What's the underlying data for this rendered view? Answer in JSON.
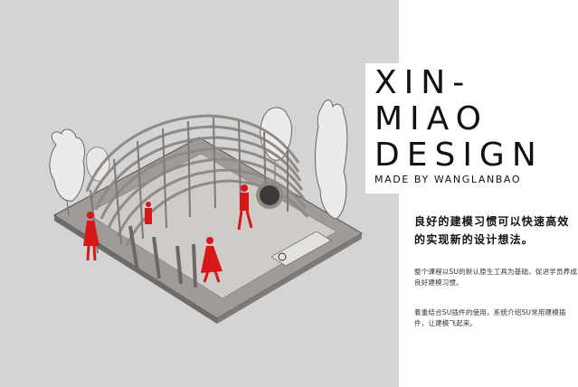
{
  "title": {
    "line1": "XIN-",
    "line2": "MIAO",
    "line3": "DESIGN"
  },
  "subtitle": "MADE BY WANGLANBAO",
  "headline": "良好的建模习惯可以快速高效的实现新的设计想法。",
  "paragraphs": [
    "整个课程以SU的默认原生工具为基础，促进学员养成良好建模习惯。",
    "着重结合SU插件的使用，系统介绍SU常用建模插件，让建模飞起来。"
  ],
  "colors": {
    "background": "#d4d4d4",
    "panel": "#ffffff",
    "figure": "#d81818",
    "structure": "#8f8a85"
  }
}
